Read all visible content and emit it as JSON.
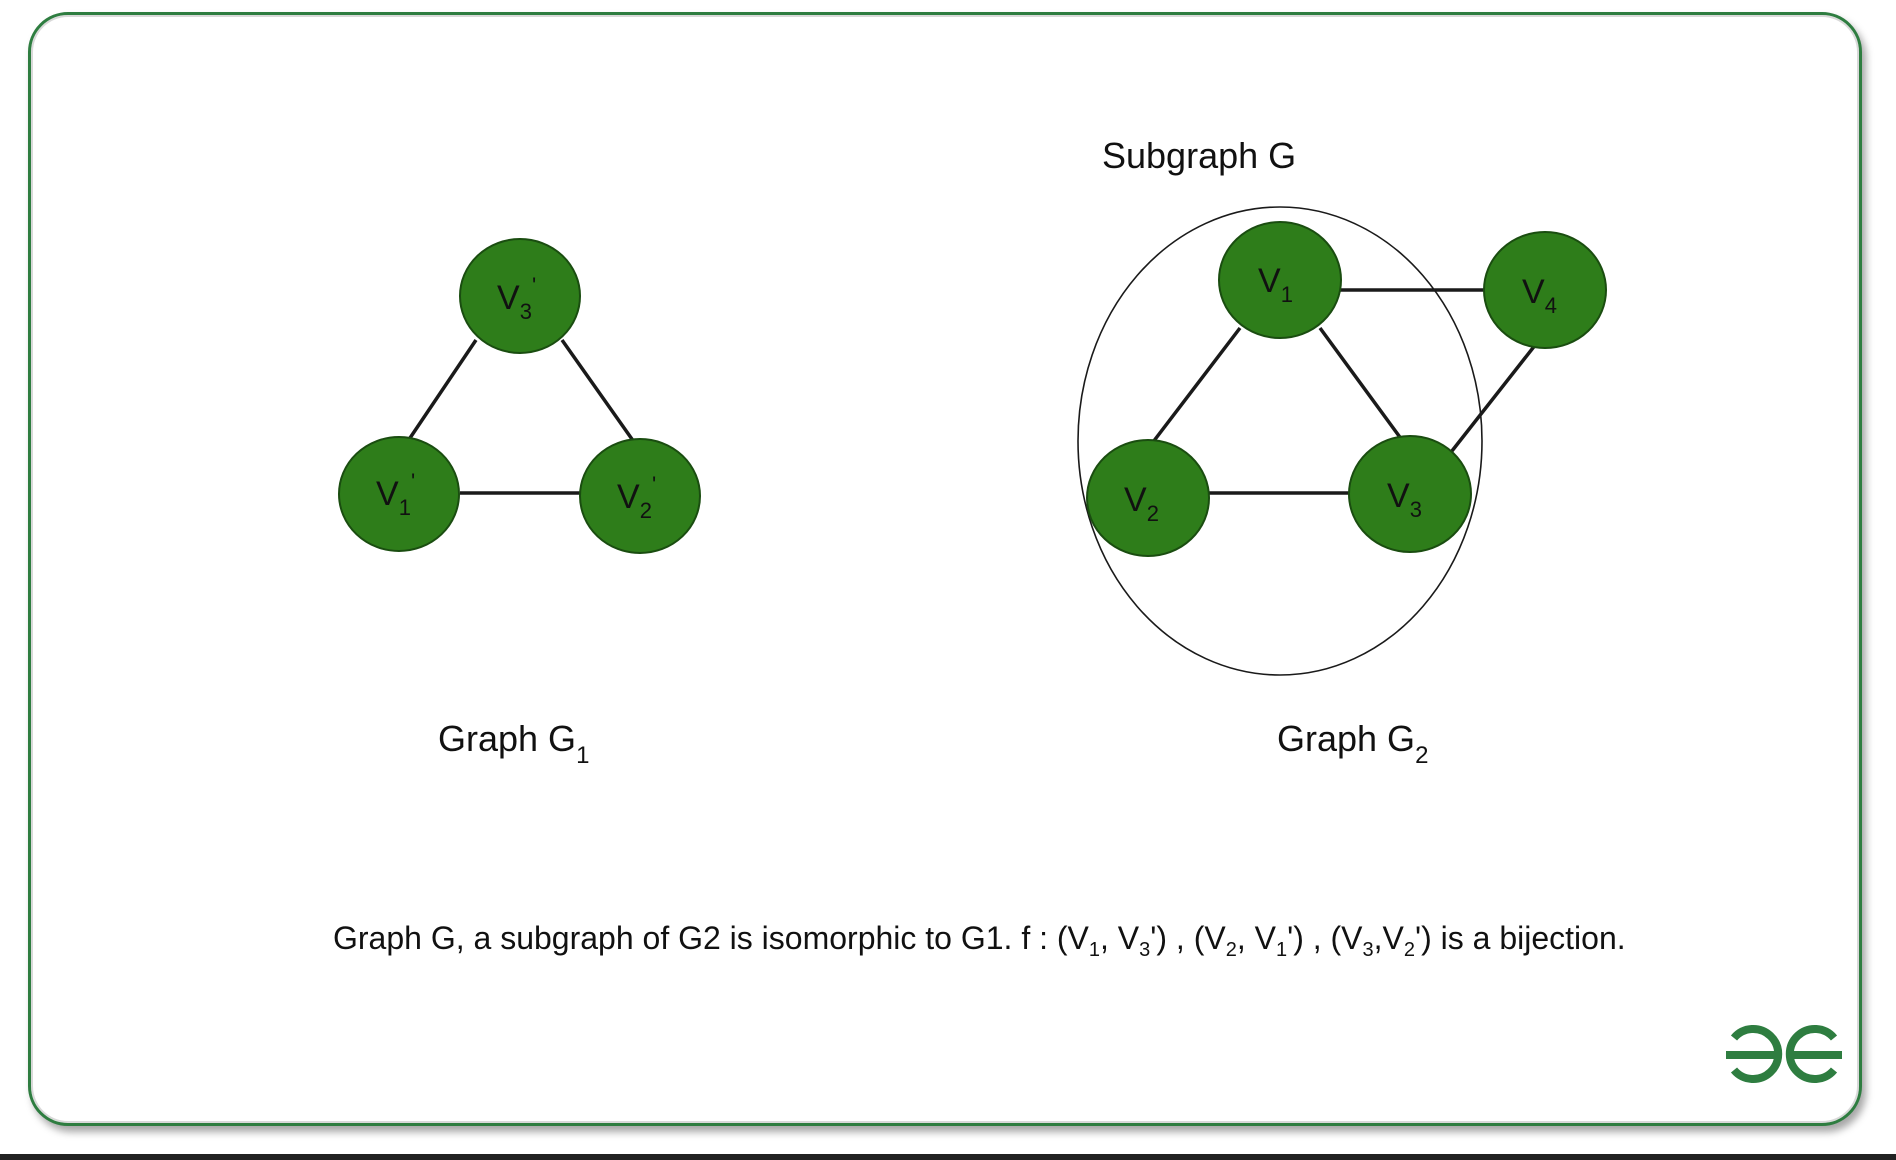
{
  "graph_g1": {
    "label": "Graph G",
    "label_sub": "1",
    "nodes": [
      {
        "id": "v3p",
        "letter": "V",
        "sub": "3",
        "prime": "'"
      },
      {
        "id": "v1p",
        "letter": "V",
        "sub": "1",
        "prime": "'"
      },
      {
        "id": "v2p",
        "letter": "V",
        "sub": "2",
        "prime": "'"
      }
    ],
    "edges": [
      [
        "v3p",
        "v1p"
      ],
      [
        "v3p",
        "v2p"
      ],
      [
        "v1p",
        "v2p"
      ]
    ]
  },
  "graph_g2": {
    "label": "Graph G",
    "label_sub": "2",
    "subgraph_label": "Subgraph G",
    "nodes": [
      {
        "id": "v1",
        "letter": "V",
        "sub": "1"
      },
      {
        "id": "v4",
        "letter": "V",
        "sub": "4"
      },
      {
        "id": "v2",
        "letter": "V",
        "sub": "2"
      },
      {
        "id": "v3",
        "letter": "V",
        "sub": "3"
      }
    ],
    "edges": [
      [
        "v1",
        "v4"
      ],
      [
        "v1",
        "v2"
      ],
      [
        "v1",
        "v3"
      ],
      [
        "v2",
        "v3"
      ],
      [
        "v3",
        "v4"
      ]
    ]
  },
  "caption": {
    "part1": "Graph G, a subgraph of G2 is isomorphic to G1. f : (V",
    "s1": "1",
    "part2": ", V",
    "s2": "3",
    "part3": "') , (V",
    "s3": "2",
    "part4": ", V",
    "s4": "1",
    "part5": "') , (V",
    "s5": "3",
    "part6": ",V",
    "s6": "2",
    "part7": "') is a bijection."
  },
  "colors": {
    "node_fill": "#2e7d1a",
    "frame": "#2e7d40",
    "logo": "#2e7d40"
  },
  "logo": {
    "icon": "geeksforgeeks-logo"
  }
}
